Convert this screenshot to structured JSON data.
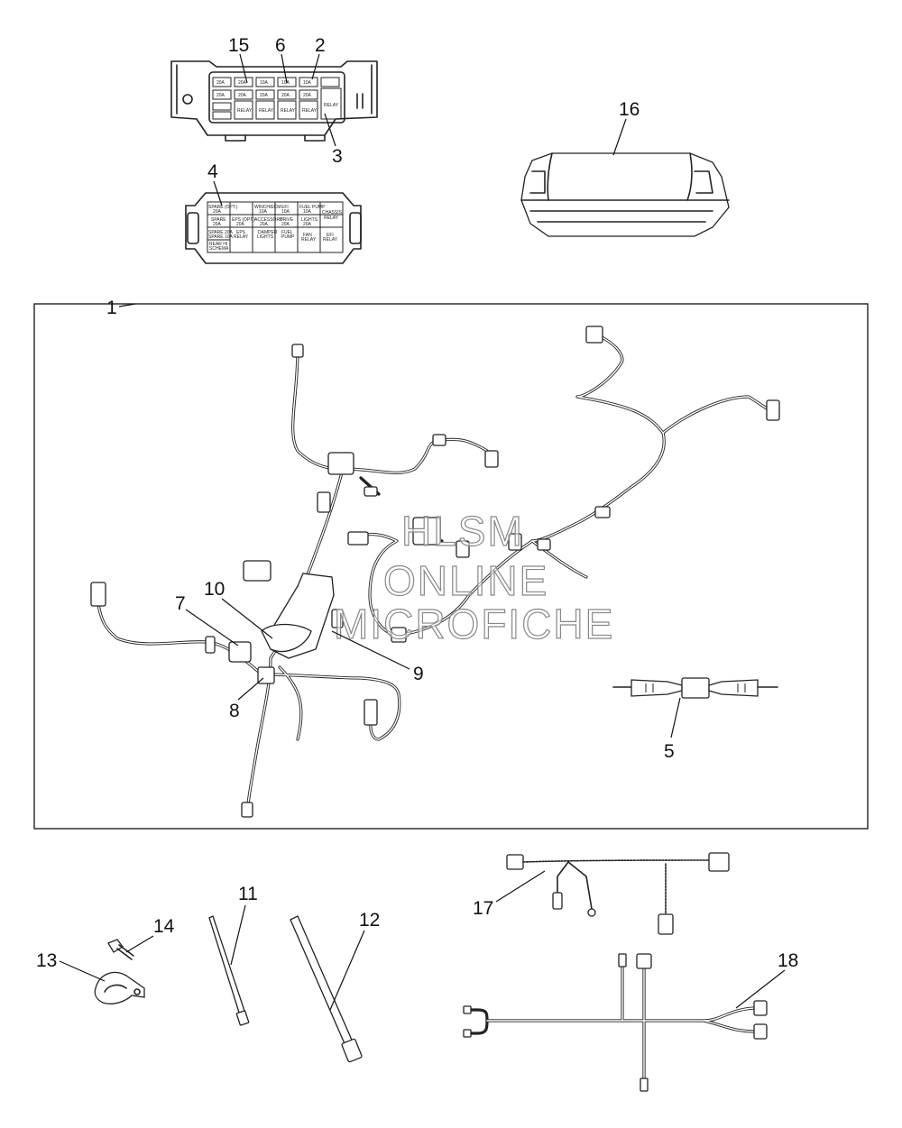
{
  "callouts": {
    "c1": "1",
    "c2": "2",
    "c3": "3",
    "c4": "4",
    "c5": "5",
    "c6": "6",
    "c7": "7",
    "c8": "8",
    "c9": "9",
    "c10": "10",
    "c11": "11",
    "c12": "12",
    "c13": "13",
    "c14": "14",
    "c15": "15",
    "c16": "16",
    "c17": "17",
    "c18": "18"
  },
  "watermark": {
    "line1": "HLSM",
    "line2": "ONLINE",
    "line3": "MICROFICHE"
  },
  "fuse_label": {
    "r1c1": "SPARE (OPT.)",
    "r1c1b": "20A",
    "r1c3": "WINCH/ECM",
    "r1c3b": "10A",
    "r1c4": "EFI",
    "r1c4b": "10A",
    "r1c5": "FUEL PUMP",
    "r1c5b": "10A",
    "r1c6": "CHASSIS",
    "r1c6b": "RELAY",
    "r2c1": "SPARE",
    "r2c1b": "20A",
    "r2c2": "EPS (OPT.)",
    "r2c2b": "20A",
    "r2c3": "ACCESSORY",
    "r2c3b": "20A",
    "r2c4": "DRIVE",
    "r2c4b": "20A",
    "r2c5": "LIGHTS",
    "r2c5b": "20A",
    "r3c1": "SPARE 20A",
    "r3c1b": "SPARE 10A",
    "r3c2": "EPS",
    "r3c2b": "RELAY",
    "r3c3": "DAMPER",
    "r3c3b": "LIGHTS",
    "r3c4": "FUEL",
    "r3c4b": "PUMP",
    "r3c5": "FAN",
    "r3c5b": "RELAY",
    "r3c6": "EFI",
    "r3c6b": "RELAY",
    "r4c1": "REAR HI",
    "r4c1b": "SCHEMA"
  }
}
